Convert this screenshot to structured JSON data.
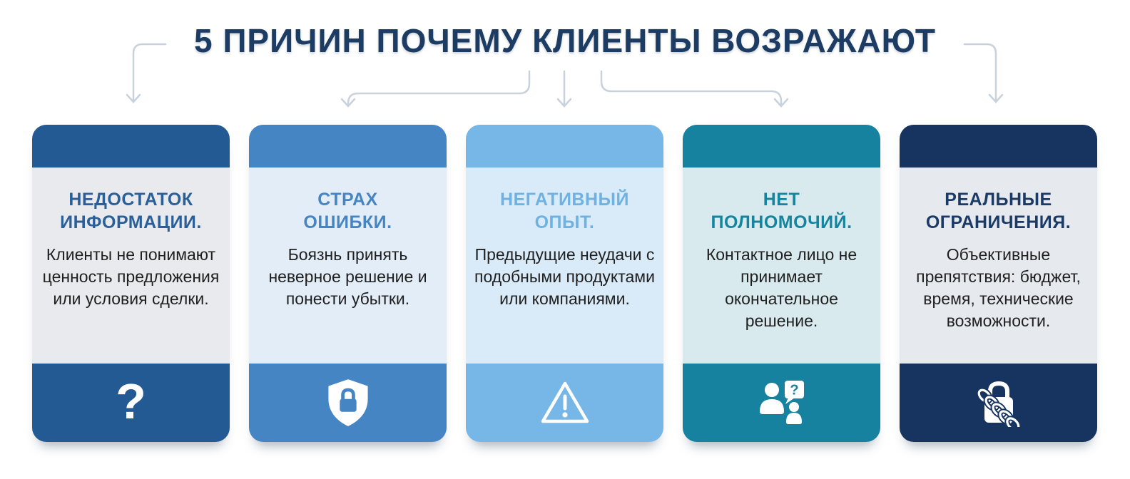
{
  "title": "5 ПРИЧИН ПОЧЕМУ КЛИЕНТЫ ВОЗРАЖАЮТ",
  "theme": {
    "title_color": "#1d3c63",
    "connector_color": "#c9d2dc",
    "body_text_color": "#1f1f1f",
    "background": "#ffffff"
  },
  "cards": [
    {
      "heading_lines": [
        "НЕДОСТАТОК",
        "ИНФОРМАЦИИ."
      ],
      "description": "Клиенты не понимают ценность предложения или условия сделки.",
      "icon": "question-mark",
      "icon_glyph": "?",
      "colors": {
        "accent": "#235a94",
        "heading": "#2a5f99",
        "body_bg": "#e8eaee"
      }
    },
    {
      "heading_lines": [
        "СТРАХ",
        "ОШИБКИ."
      ],
      "description": "Боязнь принять неверное решение и понести убытки.",
      "icon": "shield-lock",
      "icon_glyph": "",
      "colors": {
        "accent": "#4585c4",
        "heading": "#4585c4",
        "body_bg": "#e3edf7"
      }
    },
    {
      "heading_lines": [
        "НЕГАТИВНЫЙ",
        "ОПЫТ."
      ],
      "description": "Предыдущие неудачи с подобными продуктами или компаниями.",
      "icon": "warning-triangle",
      "icon_glyph": "",
      "colors": {
        "accent": "#76b7e7",
        "heading": "#6fb2e2",
        "body_bg": "#d9ebf9"
      }
    },
    {
      "heading_lines": [
        "НЕТ",
        "ПОЛНОМОЧИЙ."
      ],
      "description": "Контактное лицо не принимает окончательное решение.",
      "icon": "person-question",
      "icon_glyph": "?",
      "colors": {
        "accent": "#1781a0",
        "heading": "#15859f",
        "body_bg": "#d8eaed"
      }
    },
    {
      "heading_lines": [
        "РЕАЛЬНЫЕ",
        "ОГРАНИЧЕНИЯ."
      ],
      "description": "Объективные препятствия: бюджет, время, технические возможности.",
      "icon": "lock-chain",
      "icon_glyph": "",
      "colors": {
        "accent": "#16345f",
        "heading": "#1b3a66",
        "body_bg": "#e6e9ee"
      }
    }
  ]
}
